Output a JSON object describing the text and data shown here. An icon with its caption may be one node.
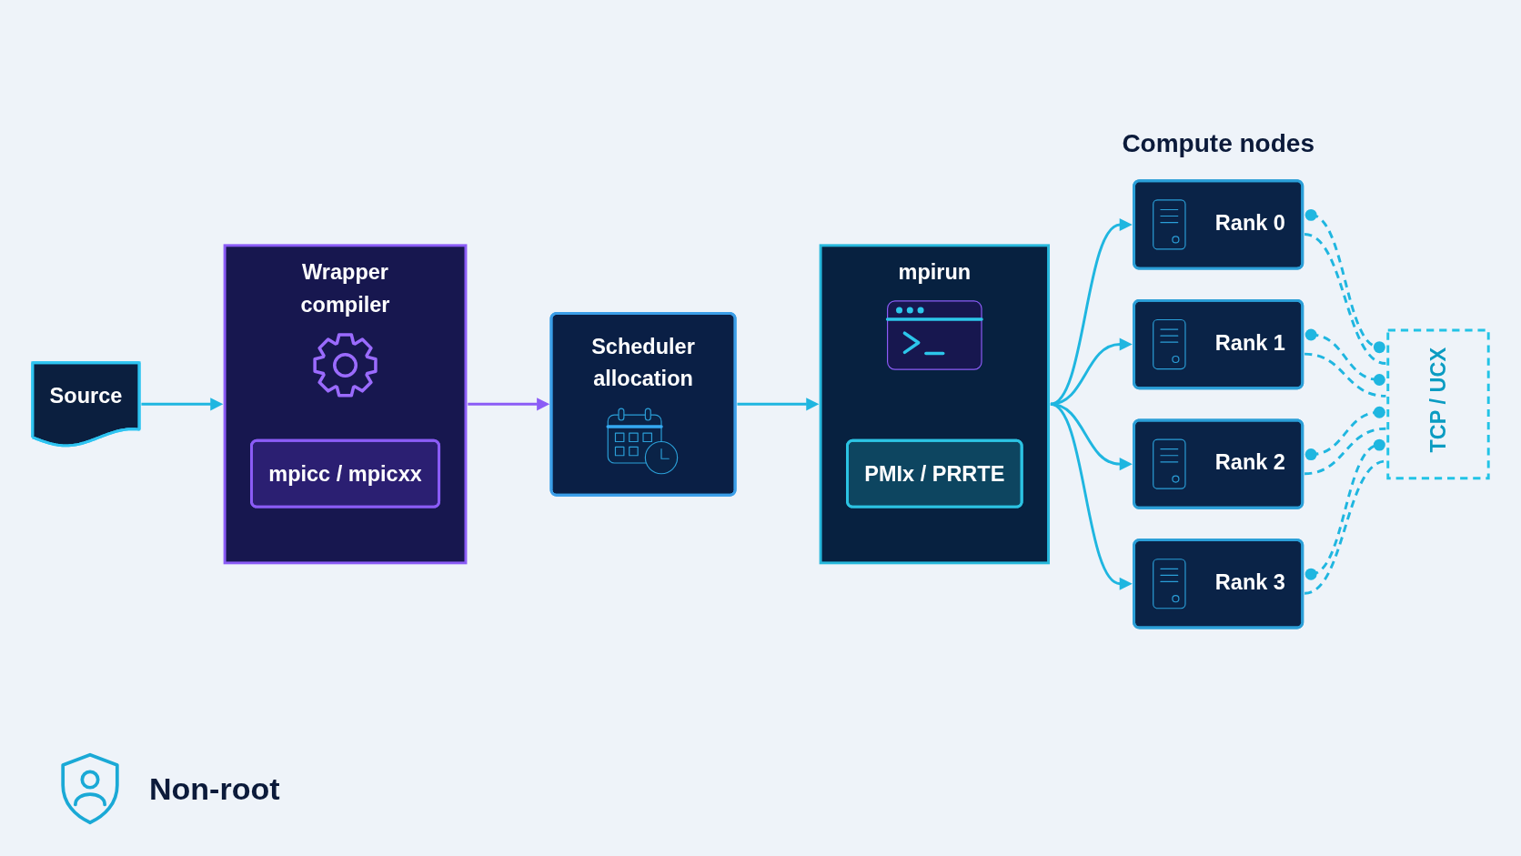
{
  "diagram": {
    "nodes": [
      {
        "text": [
          "Source"
        ]
      },
      {
        "text": [
          "Wrapper compiler"
        ]
      },
      {
        "text": [
          "mpicc / mpicxx"
        ],
        "in": 1
      },
      {
        "text": [
          "Scheduler allocation"
        ]
      },
      {
        "text": [
          "mpirun"
        ]
      },
      {
        "text": [
          "PMIx / PRRTE"
        ],
        "in": 4
      },
      {
        "text": [
          "Rank 0"
        ]
      },
      {
        "text": [
          "Rank 1"
        ]
      },
      {
        "text": [
          "Rank 2"
        ]
      },
      {
        "text": [
          "Rank 3"
        ]
      },
      {
        "text": [
          "TCP / UCX"
        ]
      }
    ],
    "edges": [
      {
        "from": 0,
        "to": 1,
        "arrow": "to"
      },
      {
        "from": 1,
        "to": 3,
        "arrow": "to",
        "color": "#8b5cf6"
      },
      {
        "from": 3,
        "to": 4,
        "arrow": "to"
      },
      {
        "from": 4,
        "to": 6,
        "arrow": "to"
      },
      {
        "from": 4,
        "to": 7,
        "arrow": "to"
      },
      {
        "from": 4,
        "to": 8,
        "arrow": "to"
      },
      {
        "from": 4,
        "to": 9,
        "arrow": "to"
      },
      {
        "from": 6,
        "to": 10,
        "arrow": "other",
        "style": "dashed"
      },
      {
        "from": 7,
        "to": 10,
        "arrow": "other",
        "style": "dashed"
      },
      {
        "from": 8,
        "to": 10,
        "arrow": "other",
        "style": "dashed"
      },
      {
        "from": 9,
        "to": 10,
        "arrow": "other",
        "style": "dashed"
      },
      {
        "from": 6,
        "to": 10,
        "arrow": "none",
        "style": "dashed"
      },
      {
        "from": 7,
        "to": 10,
        "arrow": "none",
        "style": "dashed"
      },
      {
        "from": 8,
        "to": 10,
        "arrow": "none",
        "style": "dashed"
      },
      {
        "from": 9,
        "to": 10,
        "arrow": "none",
        "style": "dashed"
      }
    ],
    "labels": [
      "Compute nodes",
      "Non-root"
    ]
  }
}
